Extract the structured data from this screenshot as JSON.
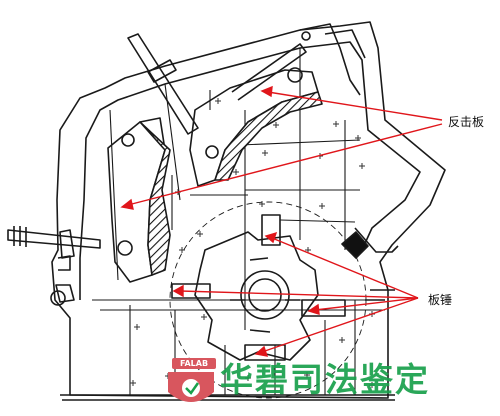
{
  "labels": {
    "impact_plate": "反击板",
    "hammer_plate": "板锤"
  },
  "watermark": {
    "text": "华碧司法鉴定",
    "badge": "FALAB",
    "color": "#19a04b",
    "badge_color": "#d8565e"
  },
  "colors": {
    "line": "#1a1a1a",
    "arrow": "#e0161b",
    "background": "#ffffff"
  }
}
